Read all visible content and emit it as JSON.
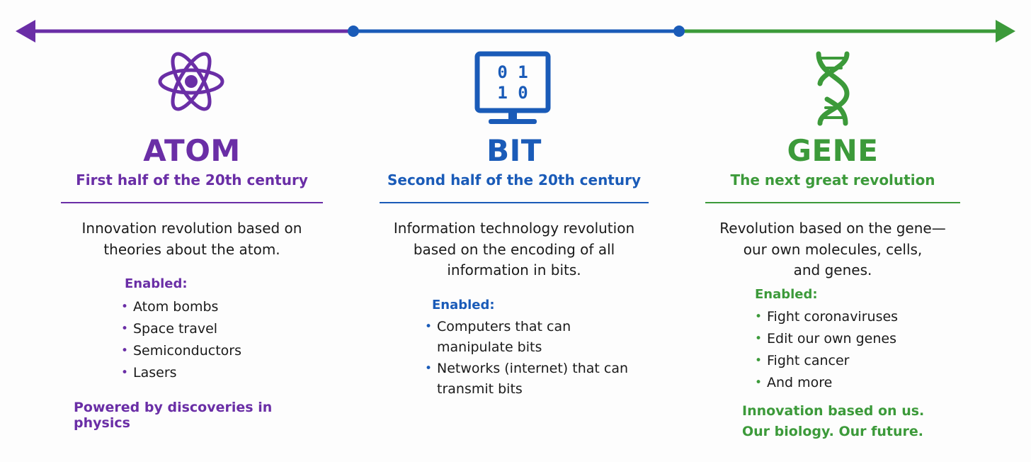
{
  "colors": {
    "atom": "#6a2ea6",
    "bit": "#1a5bb8",
    "gene": "#3c9a3a"
  },
  "columns": {
    "atom": {
      "icon": "atom-icon",
      "title": "ATOM",
      "subtitle": "First half of the 20th century",
      "description": [
        "Innovation revolution based on",
        "theories about the atom."
      ],
      "enabled_label": "Enabled:",
      "items": [
        "Atom bombs",
        "Space travel",
        "Semiconductors",
        "Lasers"
      ],
      "tagline": [
        "Powered by discoveries in physics"
      ]
    },
    "bit": {
      "icon": "computer-monitor-icon",
      "screen_text": [
        "0 1",
        "1 0"
      ],
      "title": "BIT",
      "subtitle": "Second half of the 20th century",
      "description": [
        "Information technology revolution",
        "based on the encoding of all",
        "information in bits."
      ],
      "enabled_label": "Enabled:",
      "items": [
        [
          "Computers that can",
          "manipulate bits"
        ],
        [
          "Networks (internet) that can",
          "transmit bits"
        ]
      ]
    },
    "gene": {
      "icon": "dna-helix-icon",
      "title": "GENE",
      "subtitle": "The next great revolution",
      "description": [
        "Revolution based on the gene—",
        "our own molecules, cells,",
        "and genes."
      ],
      "enabled_label": "Enabled:",
      "items": [
        "Fight coronaviruses",
        "Edit our own genes",
        "Fight cancer",
        "And more"
      ],
      "tagline": [
        "Innovation based on us.",
        "Our biology. Our future."
      ]
    }
  }
}
